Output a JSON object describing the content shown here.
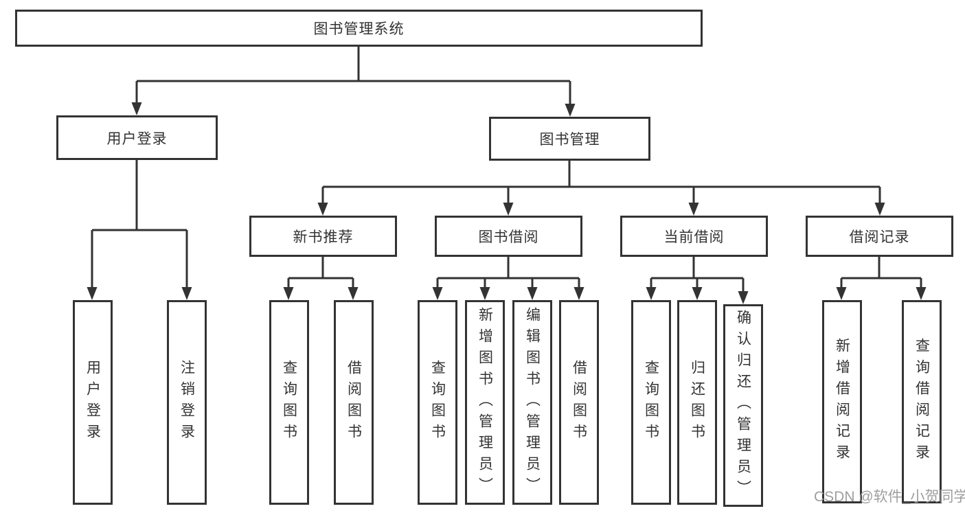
{
  "diagram": {
    "root": "图书管理系统",
    "branches": [
      {
        "label": "用户登录",
        "leaves": [
          "用户登录",
          "注销登录"
        ]
      },
      {
        "label": "图书管理",
        "children": [
          {
            "label": "新书推荐",
            "leaves": [
              "查询图书",
              "借阅图书"
            ]
          },
          {
            "label": "图书借阅",
            "leaves": [
              "查询图书",
              "新增图书（管理员）",
              "编辑图书（管理员）",
              "借阅图书"
            ]
          },
          {
            "label": "当前借阅",
            "leaves": [
              "查询图书",
              "归还图书",
              "确认归还（管理员）"
            ]
          },
          {
            "label": "借阅记录",
            "leaves": [
              "新增借阅记录",
              "查询借阅记录"
            ]
          }
        ]
      }
    ],
    "watermark": "CSDN @软件_小贺同学",
    "colors": {
      "line": "#333333",
      "text": "#333333",
      "watermark": "#9e9e9e",
      "background": "#ffffff"
    }
  }
}
